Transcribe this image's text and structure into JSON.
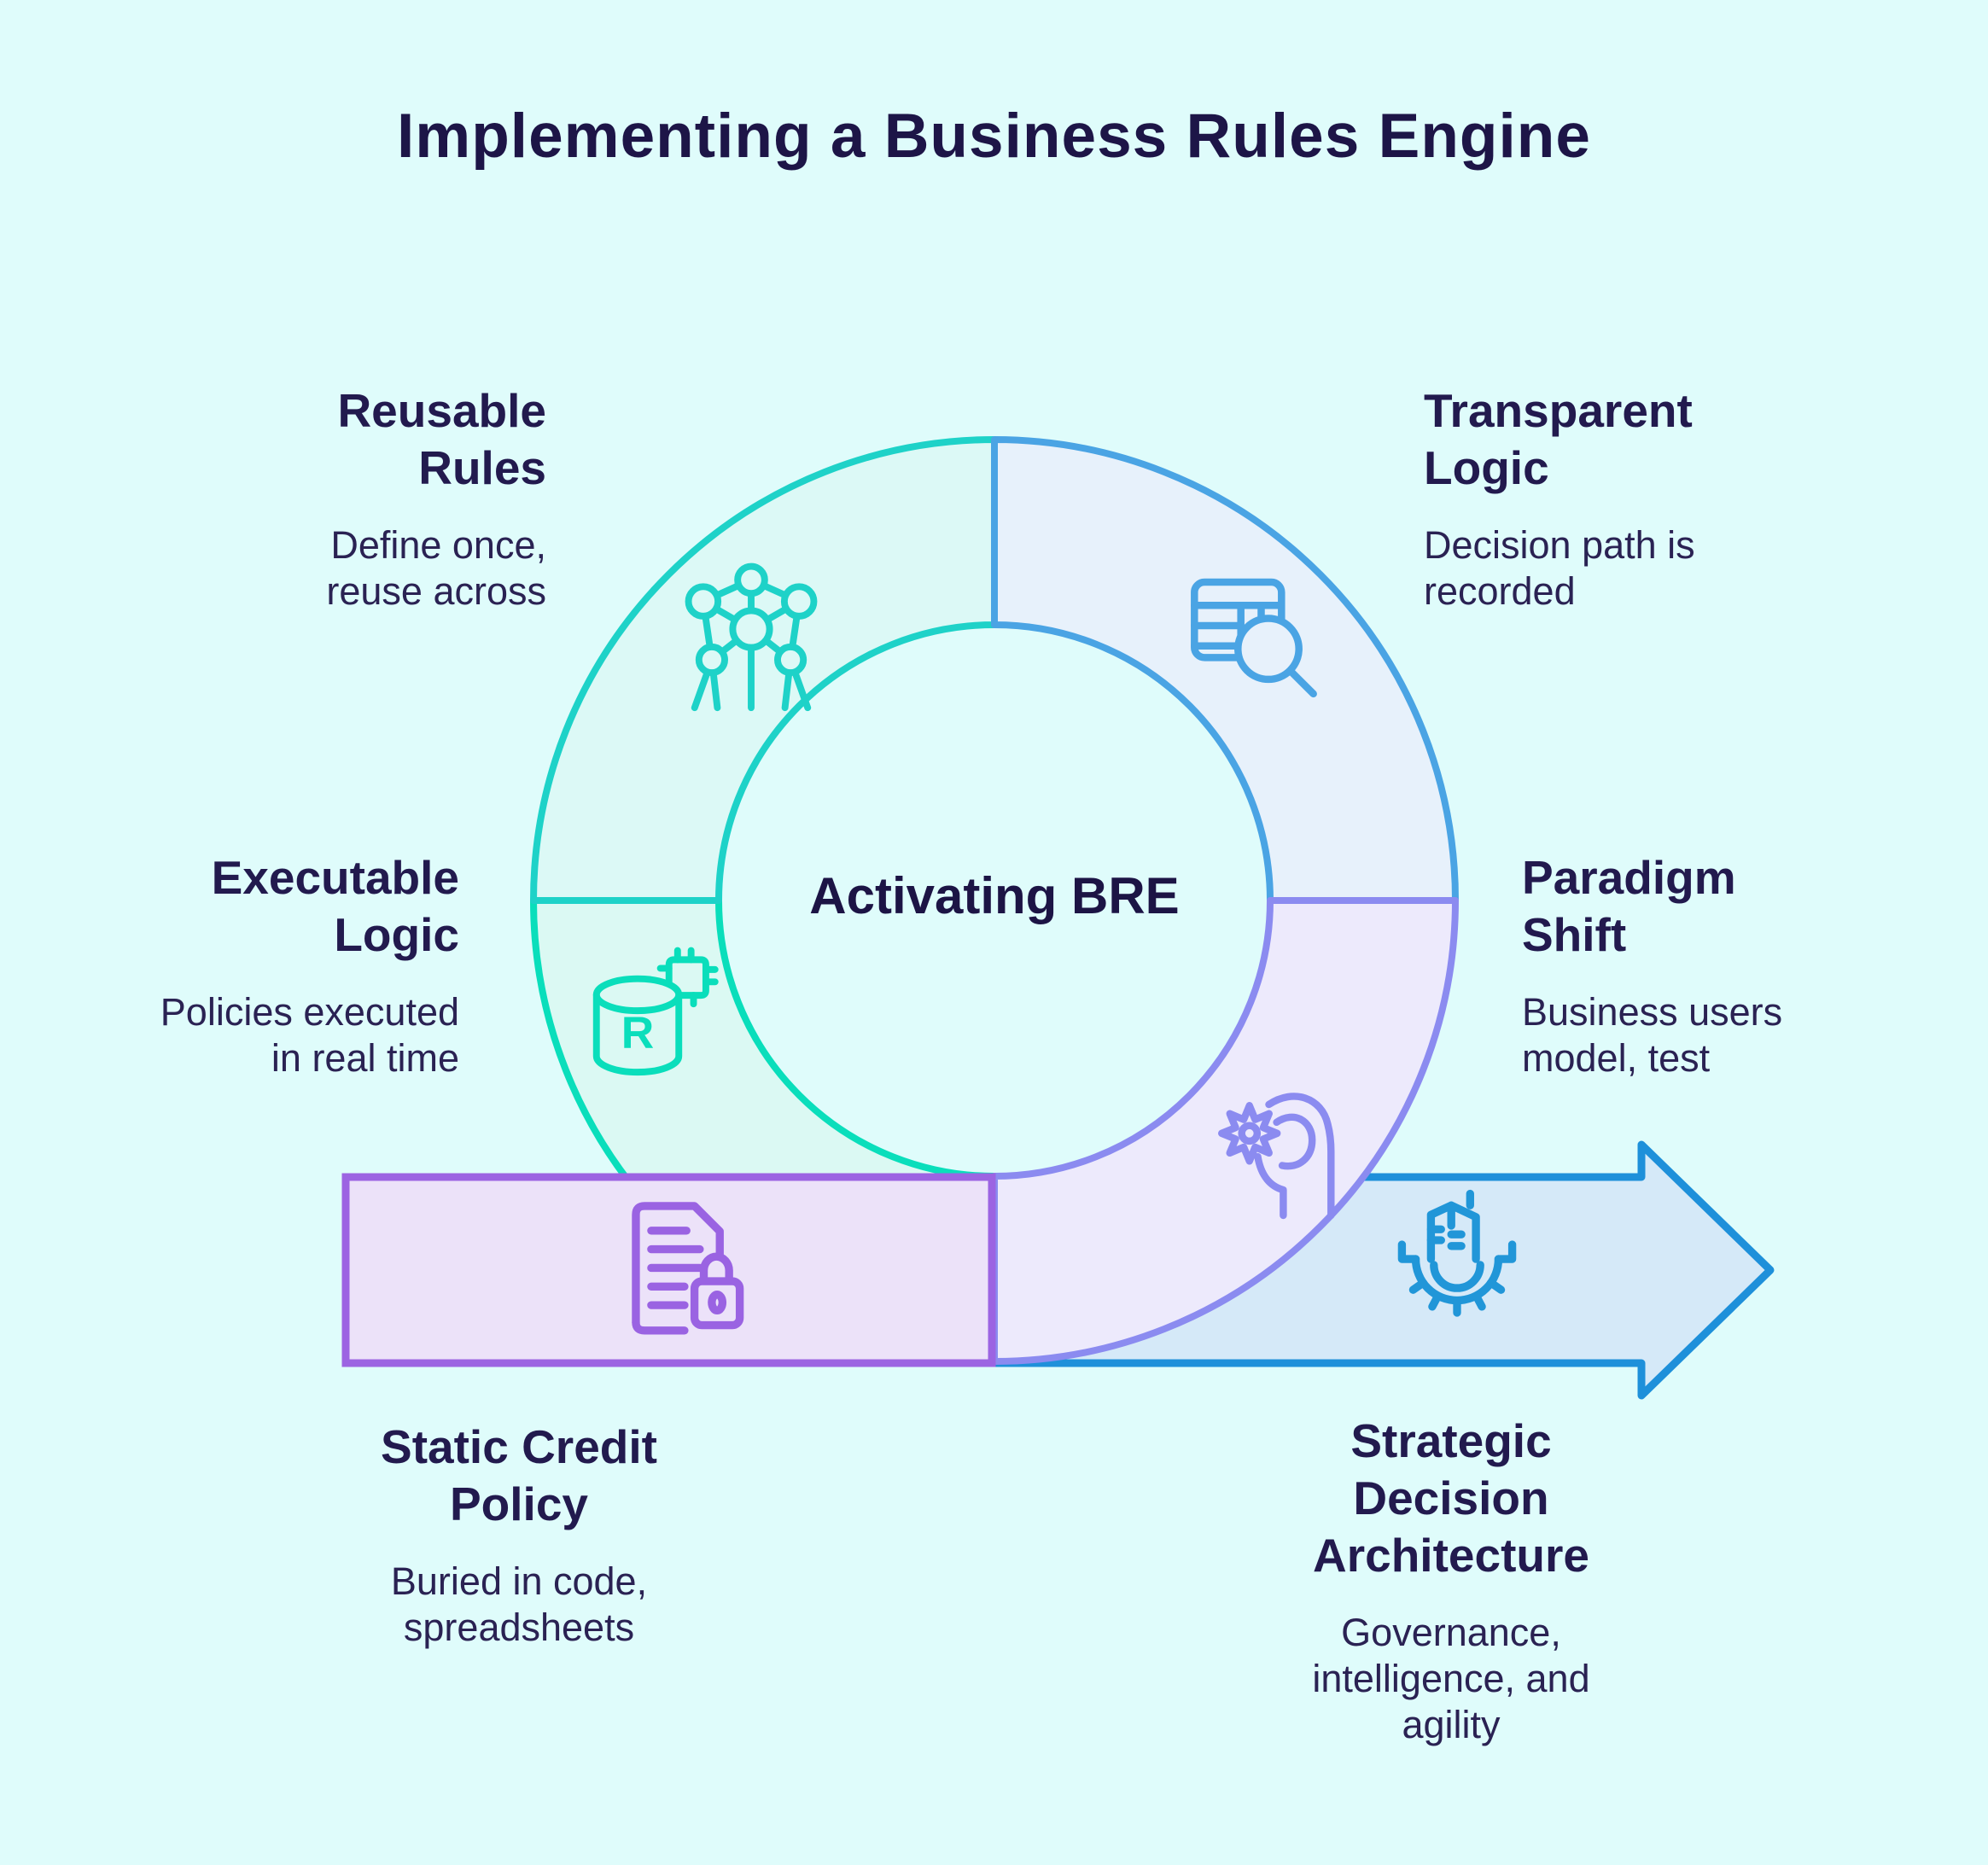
{
  "title": "Implementing a Business Rules Engine",
  "center_label": "Activating BRE",
  "colors": {
    "background": "#dffcfb",
    "navy_text": "#211a4d",
    "teal": "#1ed2c8",
    "green_teal": "#0adebb",
    "blue": "#4aa4e4",
    "arrow_blue": "#1e90da",
    "periwinkle": "#8b8bf0",
    "purple": "#9c64e2",
    "icon_blue": "#2196d8"
  },
  "stages": [
    {
      "id": "reusable-rules",
      "title": "Reusable\nRules",
      "description": "Define once,\nreuse across",
      "icon": "network-nodes-icon",
      "color": "#1ed2c8"
    },
    {
      "id": "transparent-logic",
      "title": "Transparent\nLogic",
      "description": "Decision path is\nrecorded",
      "icon": "table-search-icon",
      "color": "#4aa4e4"
    },
    {
      "id": "executable-logic",
      "title": "Executable\nLogic",
      "description": "Policies executed\nin real time",
      "icon": "rules-database-icon",
      "color": "#0adebb"
    },
    {
      "id": "paradigm-shift",
      "title": "Paradigm\nShift",
      "description": "Business users\nmodel, test",
      "icon": "hand-gear-icon",
      "color": "#8b8bf0"
    },
    {
      "id": "static-credit-policy",
      "title": "Static Credit\nPolicy",
      "description": "Buried in code,\nspreadsheets",
      "icon": "document-lock-icon",
      "color": "#9c64e2"
    },
    {
      "id": "strategic-decision-architecture",
      "title": "Strategic\nDecision\nArchitecture",
      "description": "Governance,\nintelligence, and\nagility",
      "icon": "gear-building-icon",
      "color": "#2196d8"
    }
  ]
}
